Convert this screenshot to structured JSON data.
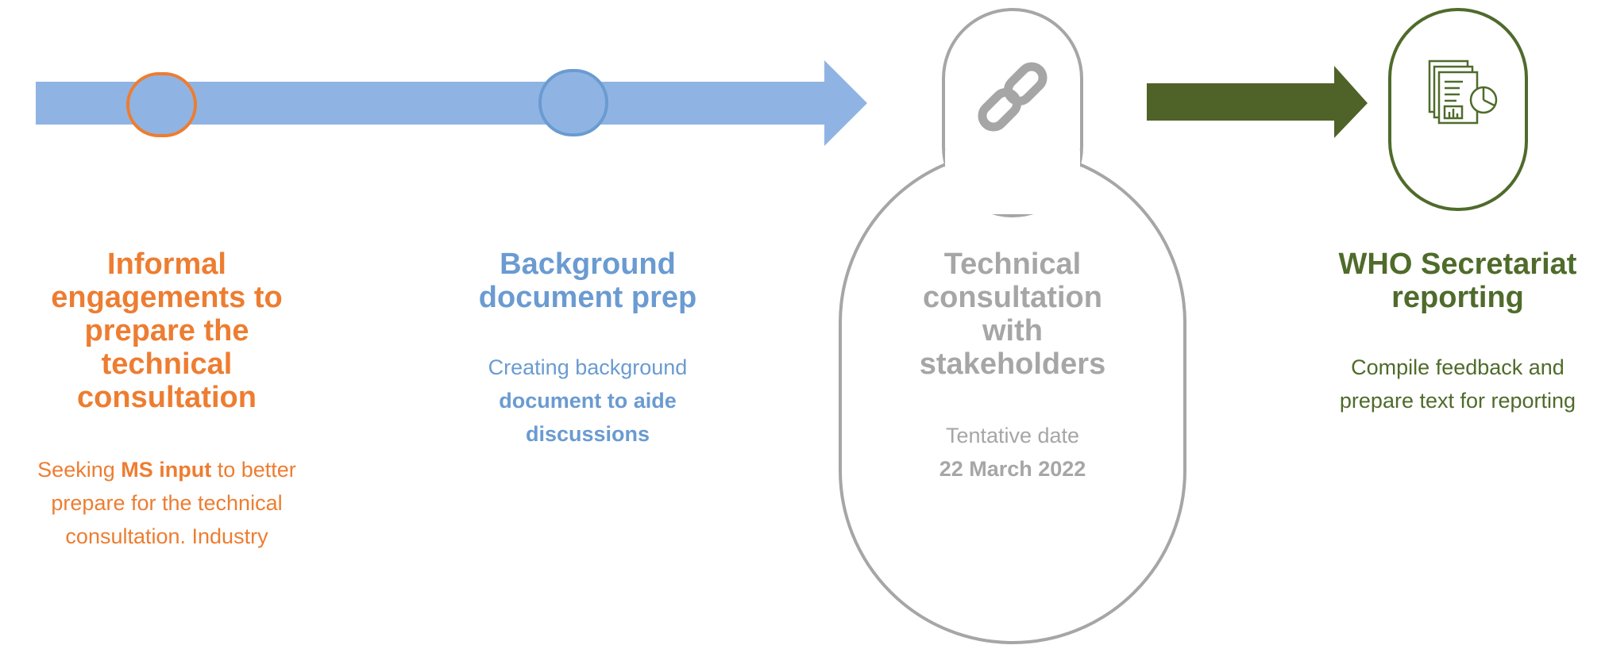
{
  "colors": {
    "orange": "#ED7D31",
    "blue": "#6A9BD1",
    "blue_arrow": "#8FB4E3",
    "gray": "#A6A6A6",
    "green": "#4F6B2B",
    "green_arrow": "#4F6228"
  },
  "icons": {
    "step3": "link-icon",
    "step4": "report-document-chart-icon"
  },
  "steps": [
    {
      "title_lines": [
        "Informal",
        "engagements to",
        "prepare the",
        "technical",
        "consultation"
      ],
      "desc_line1_pre": "Seeking ",
      "desc_line1_bold": "MS input",
      "desc_line1_post": " to better",
      "desc_line2": "prepare for the technical",
      "desc_line3": "consultation. Industry"
    },
    {
      "title_lines": [
        "Background",
        "document prep"
      ],
      "desc_line1": "Creating background",
      "desc_line2": "document to aide",
      "desc_line3": "discussions"
    },
    {
      "title_lines": [
        "Technical",
        "consultation",
        "with",
        "stakeholders"
      ],
      "desc_line1": "Tentative date",
      "desc_line2": "22 March 2022"
    },
    {
      "title_lines": [
        "WHO Secretariat",
        "reporting"
      ],
      "desc_line1": "Compile feedback and",
      "desc_line2": "prepare text for reporting"
    }
  ]
}
